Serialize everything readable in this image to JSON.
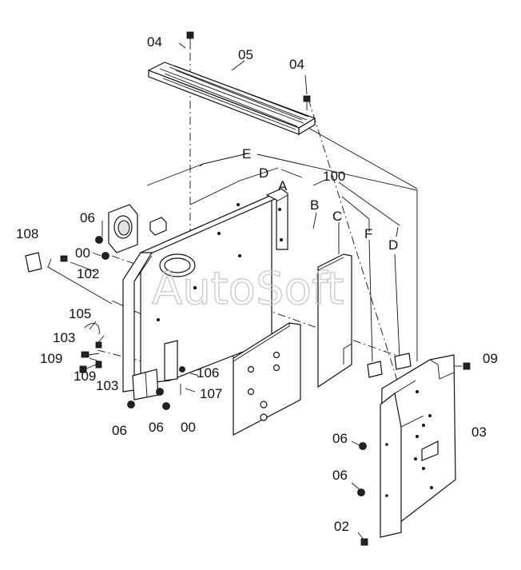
{
  "diagram": {
    "watermark": "AutoSoft",
    "callouts": {
      "c04a": "04",
      "c05": "05",
      "c04b": "04",
      "cE": "E",
      "cD1": "D",
      "c100": "100",
      "cA": "A",
      "cB": "B",
      "cC": "C",
      "cF": "F",
      "cD2": "D",
      "c06a": "06",
      "c108": "108",
      "c00a": "00",
      "c102": "102",
      "c105": "105",
      "c103a": "103",
      "c109a": "109",
      "c109b": "109",
      "c103b": "103",
      "c106": "106",
      "c107": "107",
      "c06b": "06",
      "c06c": "06",
      "c00b": "00",
      "c09": "09",
      "c03": "03",
      "c06d": "06",
      "c06e": "06",
      "c02": "02"
    }
  }
}
